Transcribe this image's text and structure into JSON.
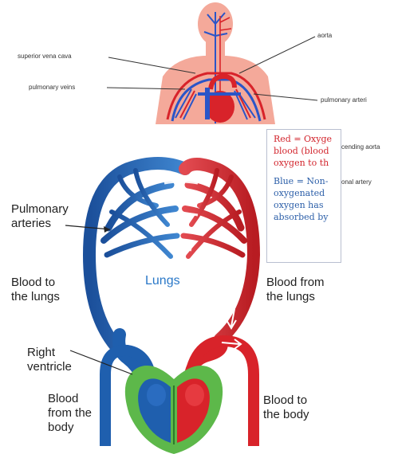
{
  "top_diagram": {
    "labels": {
      "superior_vena_cava": "superior vena cava",
      "aorta": "aorta",
      "pulmonary_veins": "pulmonary veins",
      "pulmonary_arteries": "pulmonary arteri",
      "ascending_aorta": "cending aorta",
      "coronary_artery": "onal artery"
    }
  },
  "note": {
    "red_text": "Red = Oxyge\nblood (blood\noxygen to th",
    "blue_text": "Blue = Non-\noxygenated\noxygen has\nabsorbed by"
  },
  "main_diagram": {
    "labels": {
      "pulmonary_arteries": "Pulmonary\narteries",
      "lungs": "Lungs",
      "blood_to_lungs": "Blood to\nthe lungs",
      "blood_from_lungs": "Blood from\nthe lungs",
      "right_ventricle": "Right\nventricle",
      "blood_from_body": "Blood\nfrom the\nbody",
      "blood_to_body": "Blood to\nthe body"
    }
  },
  "colors": {
    "oxygenated": "#d8232a",
    "deoxygenated": "#1f5fae",
    "heart_outline": "#5db84a",
    "note_red": "#d2242c",
    "note_blue": "#2b5ea8"
  }
}
